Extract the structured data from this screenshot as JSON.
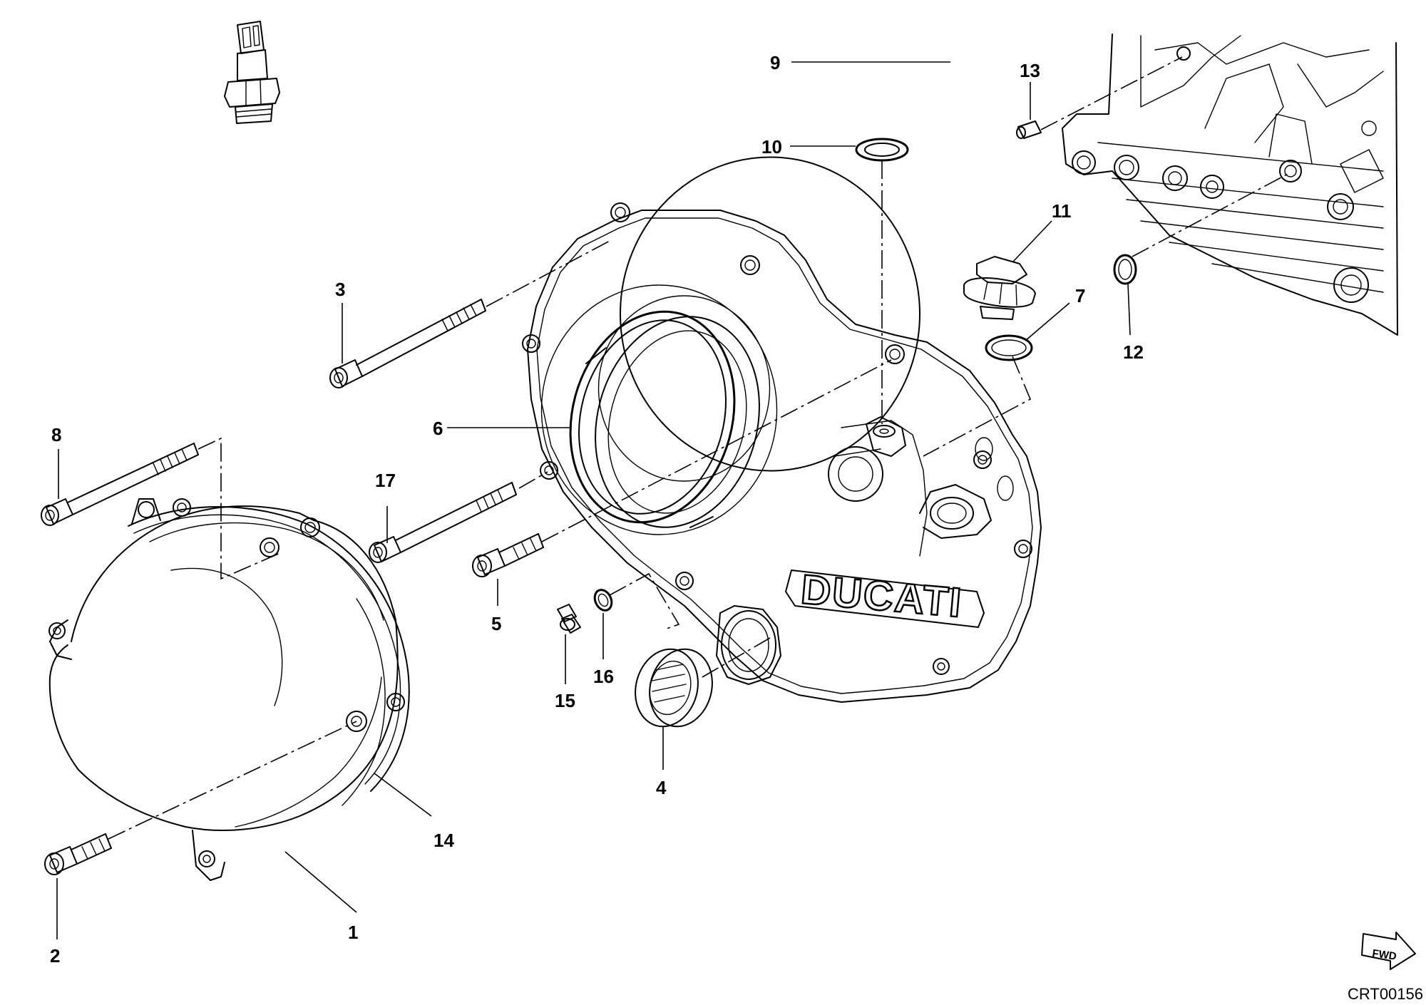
{
  "callouts": {
    "c1": "1",
    "c2": "2",
    "c3": "3",
    "c4": "4",
    "c5": "5",
    "c6": "6",
    "c7": "7",
    "c8": "8",
    "c9": "9",
    "c10": "10",
    "c11": "11",
    "c12": "12",
    "c13": "13",
    "c14": "14",
    "c15": "15",
    "c16": "16",
    "c17": "17"
  },
  "logo": "DUCATI",
  "fwd_label": "FWD",
  "reference_code": "CRT00156"
}
